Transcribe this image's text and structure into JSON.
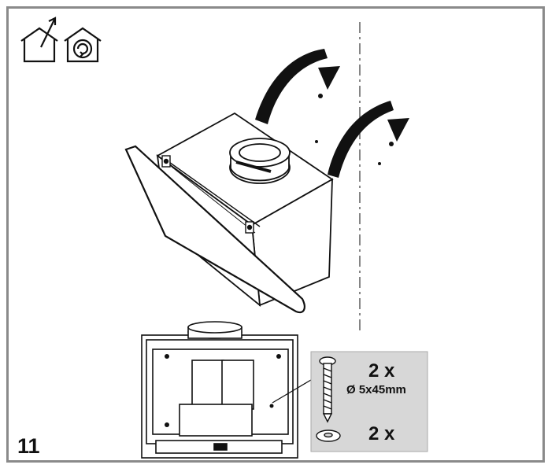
{
  "step": {
    "number": "11"
  },
  "parts": {
    "screw": {
      "quantity": "2 x",
      "size": "Ø 5x45mm"
    },
    "washer": {
      "quantity": "2 x"
    }
  },
  "icons": {
    "ducted-mode": "house-with-outward-arrow-icon",
    "recirculation-mode": "house-with-circulating-air-icon"
  },
  "colors": {
    "frame": "#8a8a8a",
    "parts_box": "#d7d7d7",
    "line": "#111111"
  }
}
